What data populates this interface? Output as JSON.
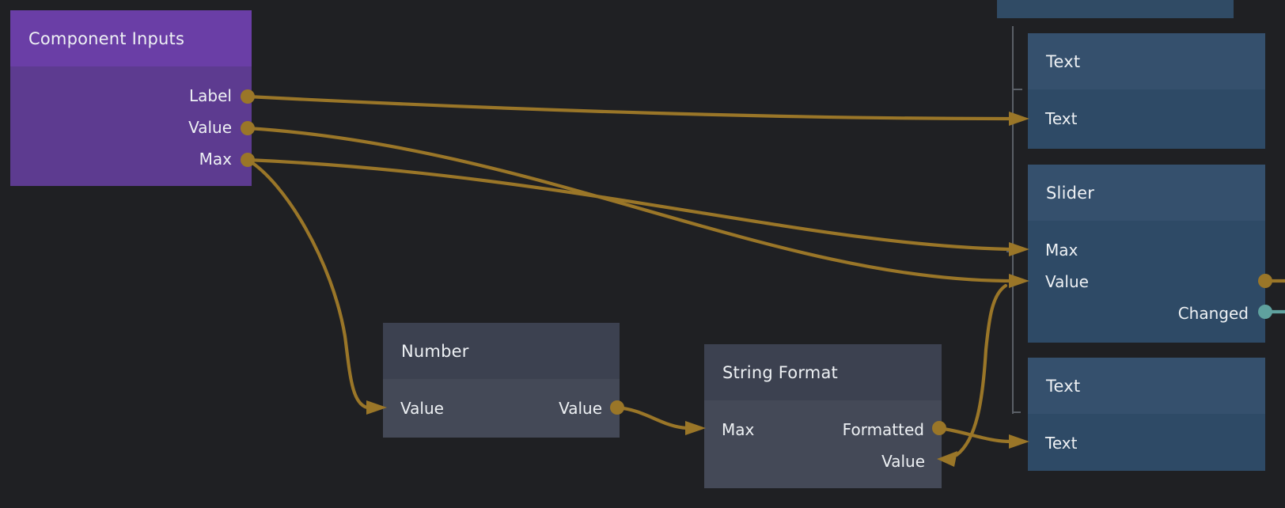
{
  "editor": {
    "background": "#1f2023",
    "colors": {
      "cable_gold": "#9a7628",
      "cable_event_teal": "#5fa19e",
      "purple_header": "#6a3ea6",
      "purple_body": "#5d3b90",
      "blue_header": "#35506d",
      "blue_body": "#2e4a66",
      "gray_header": "#3c4150",
      "gray_body": "#444957",
      "text": "#eef1f4",
      "bracket_line": "#5a5f66"
    }
  },
  "nodes": {
    "component_inputs": {
      "title": "Component Inputs",
      "outputs": [
        "Label",
        "Value",
        "Max"
      ]
    },
    "text_top": {
      "title": "Text",
      "inputs": [
        "Text"
      ]
    },
    "slider": {
      "title": "Slider",
      "inputs": [
        "Max",
        "Value"
      ],
      "outputs": [
        "Changed"
      ],
      "has_unlabeled_value_output_dot": true
    },
    "number": {
      "title": "Number",
      "inputs": [
        "Value"
      ],
      "outputs": [
        "Value"
      ]
    },
    "string_format": {
      "title": "String Format",
      "inputs": [
        "Max",
        "Value"
      ],
      "outputs": [
        "Formatted"
      ]
    },
    "text_bottom": {
      "title": "Text",
      "inputs": [
        "Text"
      ]
    }
  },
  "connections": [
    {
      "from": "Component Inputs.Label",
      "to": "Text(top).Text"
    },
    {
      "from": "Component Inputs.Value",
      "to": "Slider.Value"
    },
    {
      "from": "Component Inputs.Max",
      "to": "Slider.Max"
    },
    {
      "from": "Component Inputs.Max",
      "to": "Number.Value"
    },
    {
      "from": "Number.Value",
      "to": "String Format.Max"
    },
    {
      "from": "String Format.Formatted",
      "to": "Text(bottom).Text"
    },
    {
      "from": "Slider.Value",
      "to": "String Format.Value"
    }
  ]
}
